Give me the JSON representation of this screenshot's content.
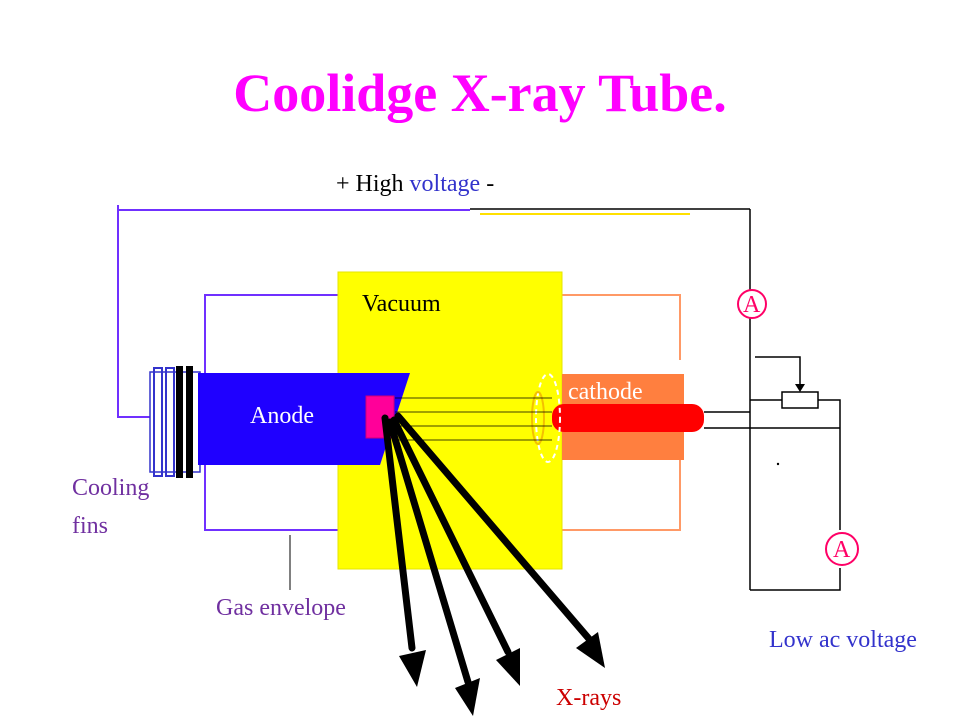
{
  "title": "Coolidge X-ray Tube.",
  "labels": {
    "hv_left": "+ High",
    "hv_mid": "voltage",
    "hv_right": "-",
    "vacuum": "Vacuum",
    "cathode": "cathode",
    "anode": "Anode",
    "cooling_line1": "Cooling",
    "cooling_line2": "fins",
    "gas_envelope": "Gas envelope",
    "low_ac_voltage": "Low ac voltage",
    "xrays": "X-rays",
    "ammeter_top": "A",
    "ammeter_bottom": "A"
  },
  "colors": {
    "title": "#ff00ff",
    "label_black": "#000000",
    "label_blue": "#3333cc",
    "label_purple": "#7030a0",
    "xrays_label": "#cc0000",
    "vacuum_fill": "#ffff00",
    "anode_fill": "#1f00ff",
    "target_fill": "#ff0099",
    "cathode_fill": "#ff7f3f",
    "filament_fill": "#ff0000",
    "wire_purple": "#7030ff",
    "wire_orange": "#ff9966",
    "wire_black": "#000000"
  }
}
